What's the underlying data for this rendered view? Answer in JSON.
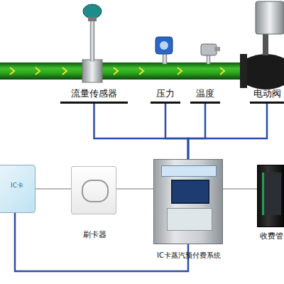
{
  "diagram": {
    "nodes": [
      {
        "text": [
          "流量传感器"
        ]
      },
      {
        "text": [
          "压力"
        ]
      },
      {
        "text": [
          "温度"
        ]
      },
      {
        "text": [
          "电动阀"
        ]
      },
      {
        "text": [
          "IC卡"
        ]
      },
      {
        "text": [
          "刷卡器"
        ]
      },
      {
        "text": [
          "IC卡蒸汽预付费系统"
        ]
      },
      {
        "text": [
          "收费管"
        ]
      }
    ],
    "edges": [
      {
        "from": 0,
        "to": 6,
        "arrow": "none"
      },
      {
        "from": 1,
        "to": 6,
        "arrow": "none"
      },
      {
        "from": 2,
        "to": 6,
        "arrow": "none"
      },
      {
        "from": 3,
        "to": 6,
        "arrow": "none"
      },
      {
        "from": 4,
        "to": 5,
        "arrow": "none"
      },
      {
        "from": 5,
        "to": 6,
        "arrow": "none"
      },
      {
        "from": 6,
        "to": 7,
        "arrow": "none"
      },
      {
        "from": 6,
        "to": 4,
        "arrow": "none"
      }
    ]
  }
}
